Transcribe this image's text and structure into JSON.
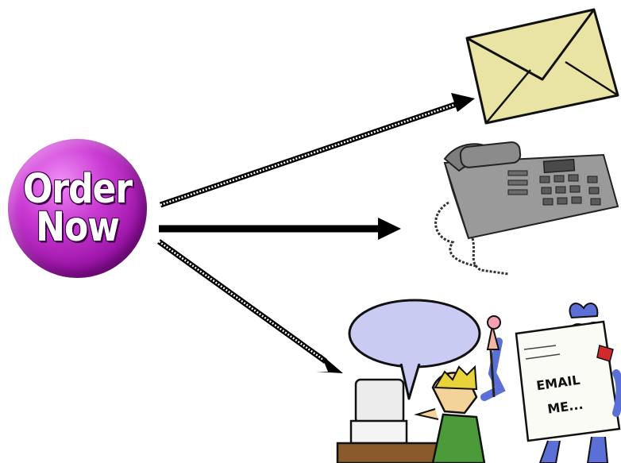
{
  "order_button": {
    "line1": "Order",
    "line2": "Now",
    "color": "#b01fbd"
  },
  "note_sign": {
    "line1": "EMAIL",
    "line2": "ME..."
  },
  "icons": {
    "top": "envelope-icon",
    "middle": "telephone-icon",
    "bottom": "email-me-computer-icon"
  },
  "colors": {
    "envelope": "#e9e4a4",
    "phone": "#8a8a8a",
    "bubble": "#c9cbf3",
    "character": "#5c6fd6"
  }
}
